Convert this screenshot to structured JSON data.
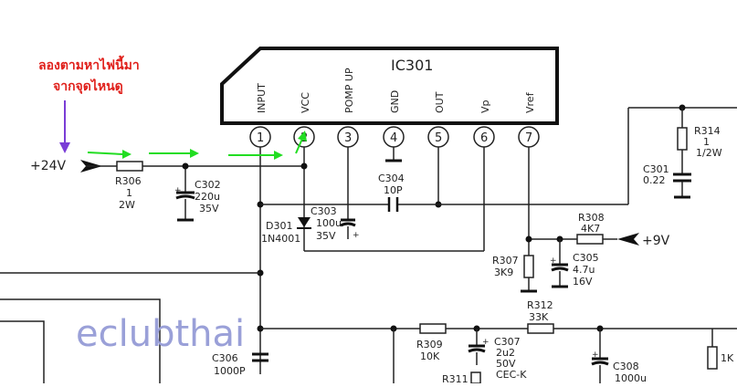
{
  "annotation": {
    "line1": "ลองตามหาไฟนี้มา",
    "line2": "จากจุดไหนดู",
    "color": "#e0201b"
  },
  "watermark": "eclubthai",
  "ic": {
    "name": "IC301",
    "pins": [
      {
        "num": "1",
        "label": "INPUT"
      },
      {
        "num": "2",
        "label": "VCC"
      },
      {
        "num": "3",
        "label": "POMP UP"
      },
      {
        "num": "4",
        "label": "GND"
      },
      {
        "num": "5",
        "label": "OUT"
      },
      {
        "num": "6",
        "label": "Vp"
      },
      {
        "num": "7",
        "label": "Vref"
      }
    ]
  },
  "supplies": {
    "v24": "+24V",
    "v9": "+9V"
  },
  "components": {
    "r306": {
      "ref": "R306",
      "val": "1",
      "extra": "2W"
    },
    "c302": {
      "ref": "C302",
      "val": "220u",
      "extra": "35V"
    },
    "d301": {
      "ref": "D301",
      "val": "1N4001"
    },
    "c303": {
      "ref": "C303",
      "val": "100u",
      "extra": "35V"
    },
    "c304": {
      "ref": "C304",
      "val": "10P"
    },
    "r314": {
      "ref": "R314",
      "val": "1",
      "extra": "1/2W"
    },
    "c301": {
      "ref": "C301",
      "val": "0.22"
    },
    "r308": {
      "ref": "R308",
      "val": "4K7"
    },
    "r307": {
      "ref": "R307",
      "val": "3K9"
    },
    "c305": {
      "ref": "C305",
      "val": "4.7u",
      "extra": "16V"
    },
    "r312": {
      "ref": "R312",
      "val": "33K"
    },
    "c306": {
      "ref": "C306",
      "val": "1000P"
    },
    "r309": {
      "ref": "R309",
      "val": "10K"
    },
    "c307": {
      "ref": "C307",
      "val": "2u2",
      "extra": "50V",
      "extra2": "CEC-K"
    },
    "r311": {
      "ref": "R311"
    },
    "c308": {
      "ref": "C308",
      "val": "1000u"
    },
    "edge": {
      "val": "1K"
    }
  },
  "colors": {
    "arrow_green": "#22dd22",
    "pointer_purple": "#7a3dd6",
    "ink": "#222222"
  }
}
